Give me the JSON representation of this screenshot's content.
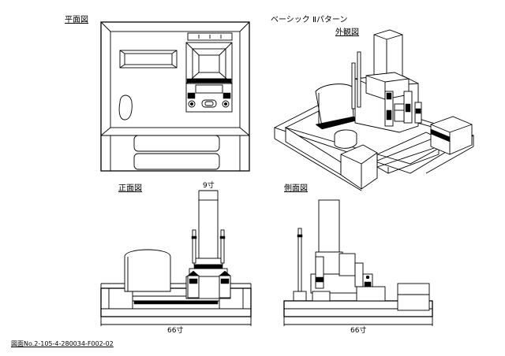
{
  "labels": {
    "plan_view": "平面図",
    "pattern_title": "ベーシック Ⅱパターン",
    "exterior_view": "外観図",
    "front_view": "正面図",
    "side_view": "側面図",
    "drawing_number": "図面No.2-105-4-280034-F002-02"
  },
  "dimensions": {
    "front_pillar_width": "9寸",
    "front_total_width": "66寸",
    "side_total_depth": "66寸"
  }
}
